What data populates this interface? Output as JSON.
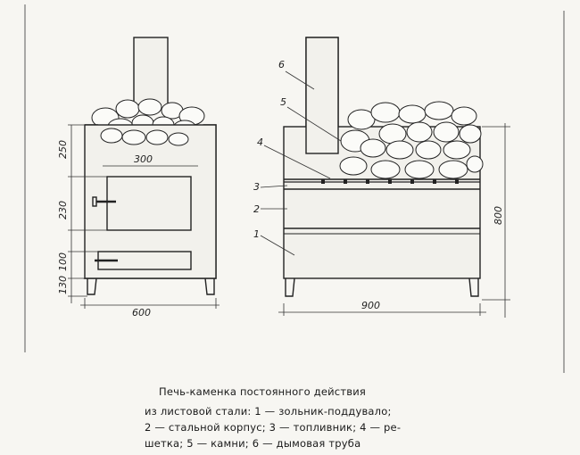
{
  "caption": {
    "title": "Печь-каменка постоянного действия",
    "line1": "из листовой стали: 1 — зольник-поддувало;",
    "line2": "2 — стальной корпус; 3 — топливник; 4 — ре-",
    "line3": "шетка; 5 — камни; 6 — дымовая труба"
  },
  "front_view": {
    "dims": {
      "top": "250",
      "width_inner": "300",
      "door": "230",
      "ash": "100",
      "leg": "130",
      "width": "600"
    }
  },
  "side_view": {
    "dims": {
      "height": "800",
      "width": "900"
    },
    "callouts": [
      "1",
      "2",
      "3",
      "4",
      "5",
      "6"
    ]
  }
}
